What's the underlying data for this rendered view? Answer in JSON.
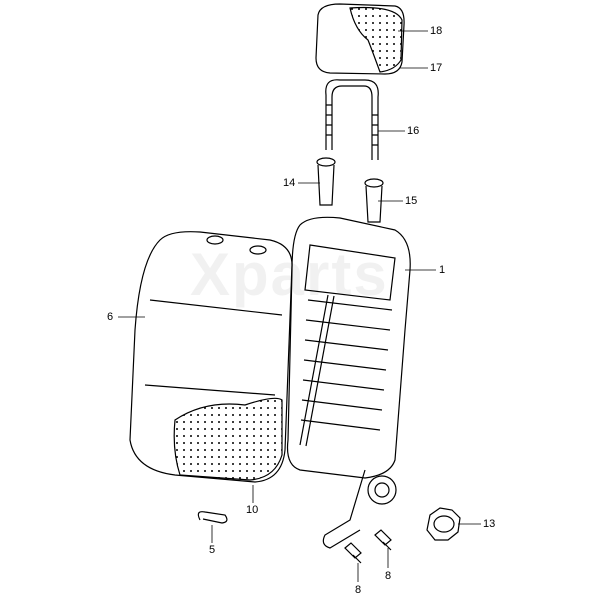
{
  "watermark": "Xparts",
  "parts": [
    {
      "id": "p18",
      "label": "18",
      "name": "headrest-cover"
    },
    {
      "id": "p17",
      "label": "17",
      "name": "headrest"
    },
    {
      "id": "p16",
      "label": "16",
      "name": "headrest-guide-rod"
    },
    {
      "id": "p14",
      "label": "14",
      "name": "guide-sleeve-left"
    },
    {
      "id": "p15",
      "label": "15",
      "name": "guide-sleeve-right"
    },
    {
      "id": "p1",
      "label": "1",
      "name": "backrest-frame"
    },
    {
      "id": "p6",
      "label": "6",
      "name": "backrest-cover"
    },
    {
      "id": "p10",
      "label": "10",
      "name": "backrest-padding"
    },
    {
      "id": "p5",
      "label": "5",
      "name": "clip"
    },
    {
      "id": "p8a",
      "label": "8",
      "name": "bolt"
    },
    {
      "id": "p8b",
      "label": "8",
      "name": "bolt"
    },
    {
      "id": "p13",
      "label": "13",
      "name": "adjustment-knob"
    }
  ]
}
